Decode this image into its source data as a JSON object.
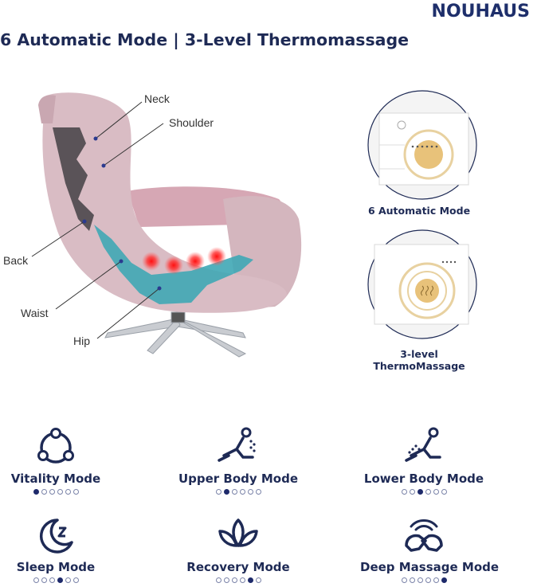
{
  "brand": "NOUHAUS",
  "title": "6 Automatic Mode | 3-Level Thermomassage",
  "labels": {
    "neck": "Neck",
    "shoulder": "Shoulder",
    "back": "Back",
    "waist": "Waist",
    "hip": "Hip"
  },
  "panels": [
    {
      "caption": "6 Automatic Mode"
    },
    {
      "caption_line1": "3-level",
      "caption_line2": "ThermoMassage"
    }
  ],
  "modes": [
    {
      "name": "Vitality Mode",
      "icon": "cycle-icon",
      "active_dot": 1
    },
    {
      "name": "Upper Body Mode",
      "icon": "upper-body-recline-icon",
      "active_dot": 2
    },
    {
      "name": "Lower Body Mode",
      "icon": "lower-body-recline-icon",
      "active_dot": 3
    },
    {
      "name": "Sleep Mode",
      "icon": "moon-zzz-icon",
      "active_dot": 4
    },
    {
      "name": "Recovery Mode",
      "icon": "lotus-icon",
      "active_dot": 5
    },
    {
      "name": "Deep Massage Mode",
      "icon": "hands-massage-icon",
      "active_dot": 6
    }
  ],
  "colors": {
    "navy": "#1e2a55",
    "chair_pink": "#d9b9c2",
    "heat_red": "#ff2a2a",
    "roller_teal": "#3fa7b5"
  }
}
